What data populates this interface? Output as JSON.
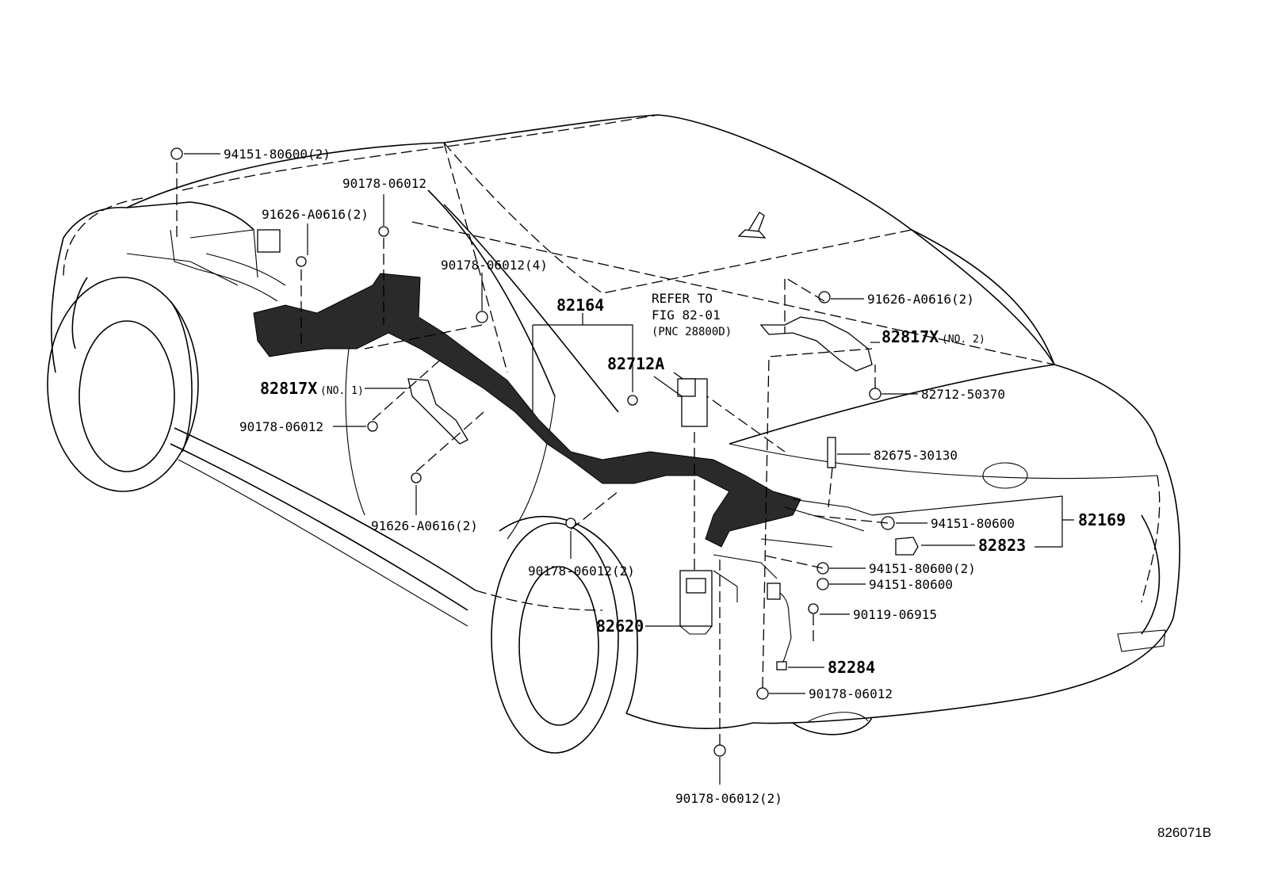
{
  "diagram": {
    "figure_id": "826071B",
    "reference_note": {
      "line1": "REFER TO",
      "line2": "FIG 82-01",
      "line3": "(PNC 28800D)"
    },
    "labels": {
      "p_94151_80600_2_top": "94151-80600(2)",
      "p_90178_06012_top": "90178-06012",
      "p_91626_a0616_2_left": "91626-A0616(2)",
      "p_90178_06012_4": "90178-06012(4)",
      "p_82164": "82164",
      "p_82712a": "82712A",
      "p_91626_a0616_2_right": "91626-A0616(2)",
      "p_82817x_no2": "82817X",
      "p_82817x_no2_suffix": "(NO. 2)",
      "p_82712_50370": "82712-50370",
      "p_82817x_no1": "82817X",
      "p_82817x_no1_suffix": "(NO. 1)",
      "p_90178_06012_mid": "90178-06012",
      "p_82675_30130": "82675-30130",
      "p_91626_a0616_2_bottom": "91626-A0616(2)",
      "p_94151_80600_a": "94151-80600",
      "p_82169": "82169",
      "p_82823": "82823",
      "p_90178_06012_2_mid": "90178-06012(2)",
      "p_94151_80600_2_mid": "94151-80600(2)",
      "p_94151_80600_b": "94151-80600",
      "p_82620": "82620",
      "p_90119_06915": "90119-06915",
      "p_82284": "82284",
      "p_90178_06012_low": "90178-06012",
      "p_90178_06012_2_bottom": "90178-06012(2)"
    }
  }
}
